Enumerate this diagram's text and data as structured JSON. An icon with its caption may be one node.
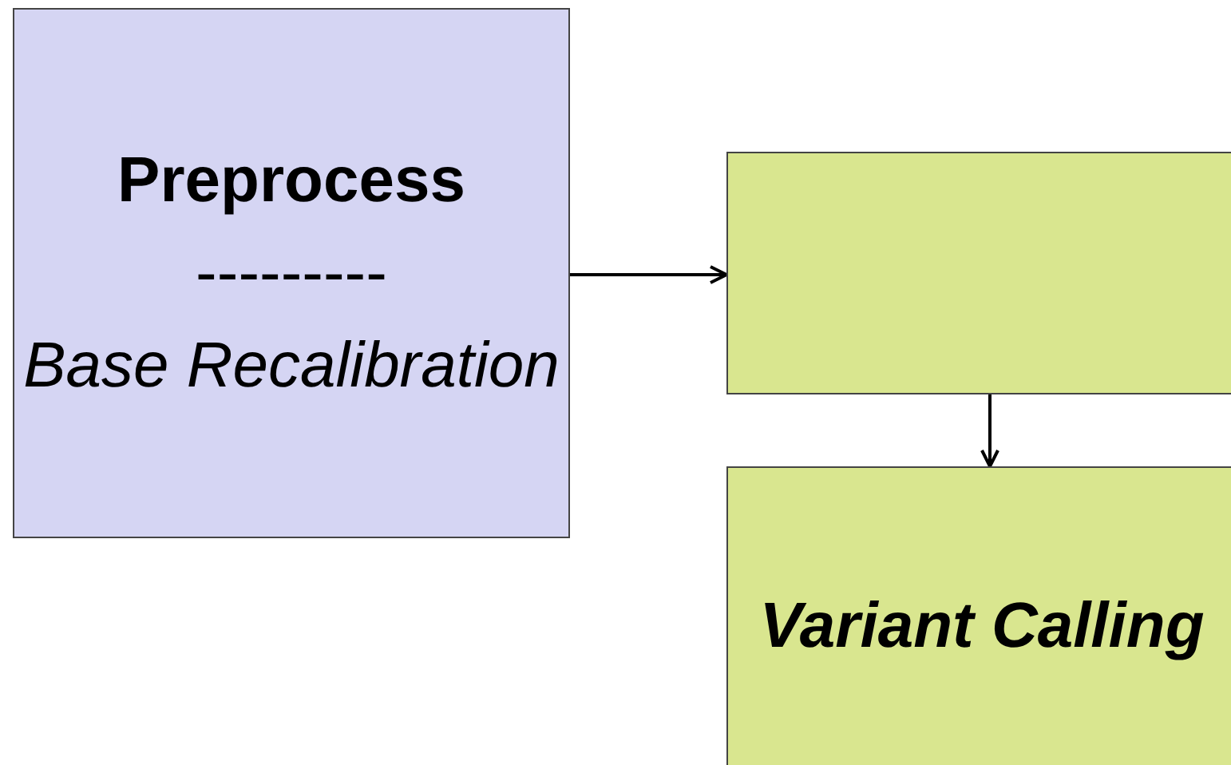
{
  "diagram": {
    "nodes": [
      {
        "text": [
          "Preprocess",
          "---------",
          "Base Recalibration"
        ]
      },
      {
        "text": [],
        "shape": "box"
      },
      {
        "text": [
          "Variant Calling"
        ]
      }
    ],
    "edges": [
      {
        "from": 0,
        "to": 1,
        "arrow": "to"
      },
      {
        "from": 1,
        "to": 2,
        "arrow": "to"
      }
    ]
  }
}
